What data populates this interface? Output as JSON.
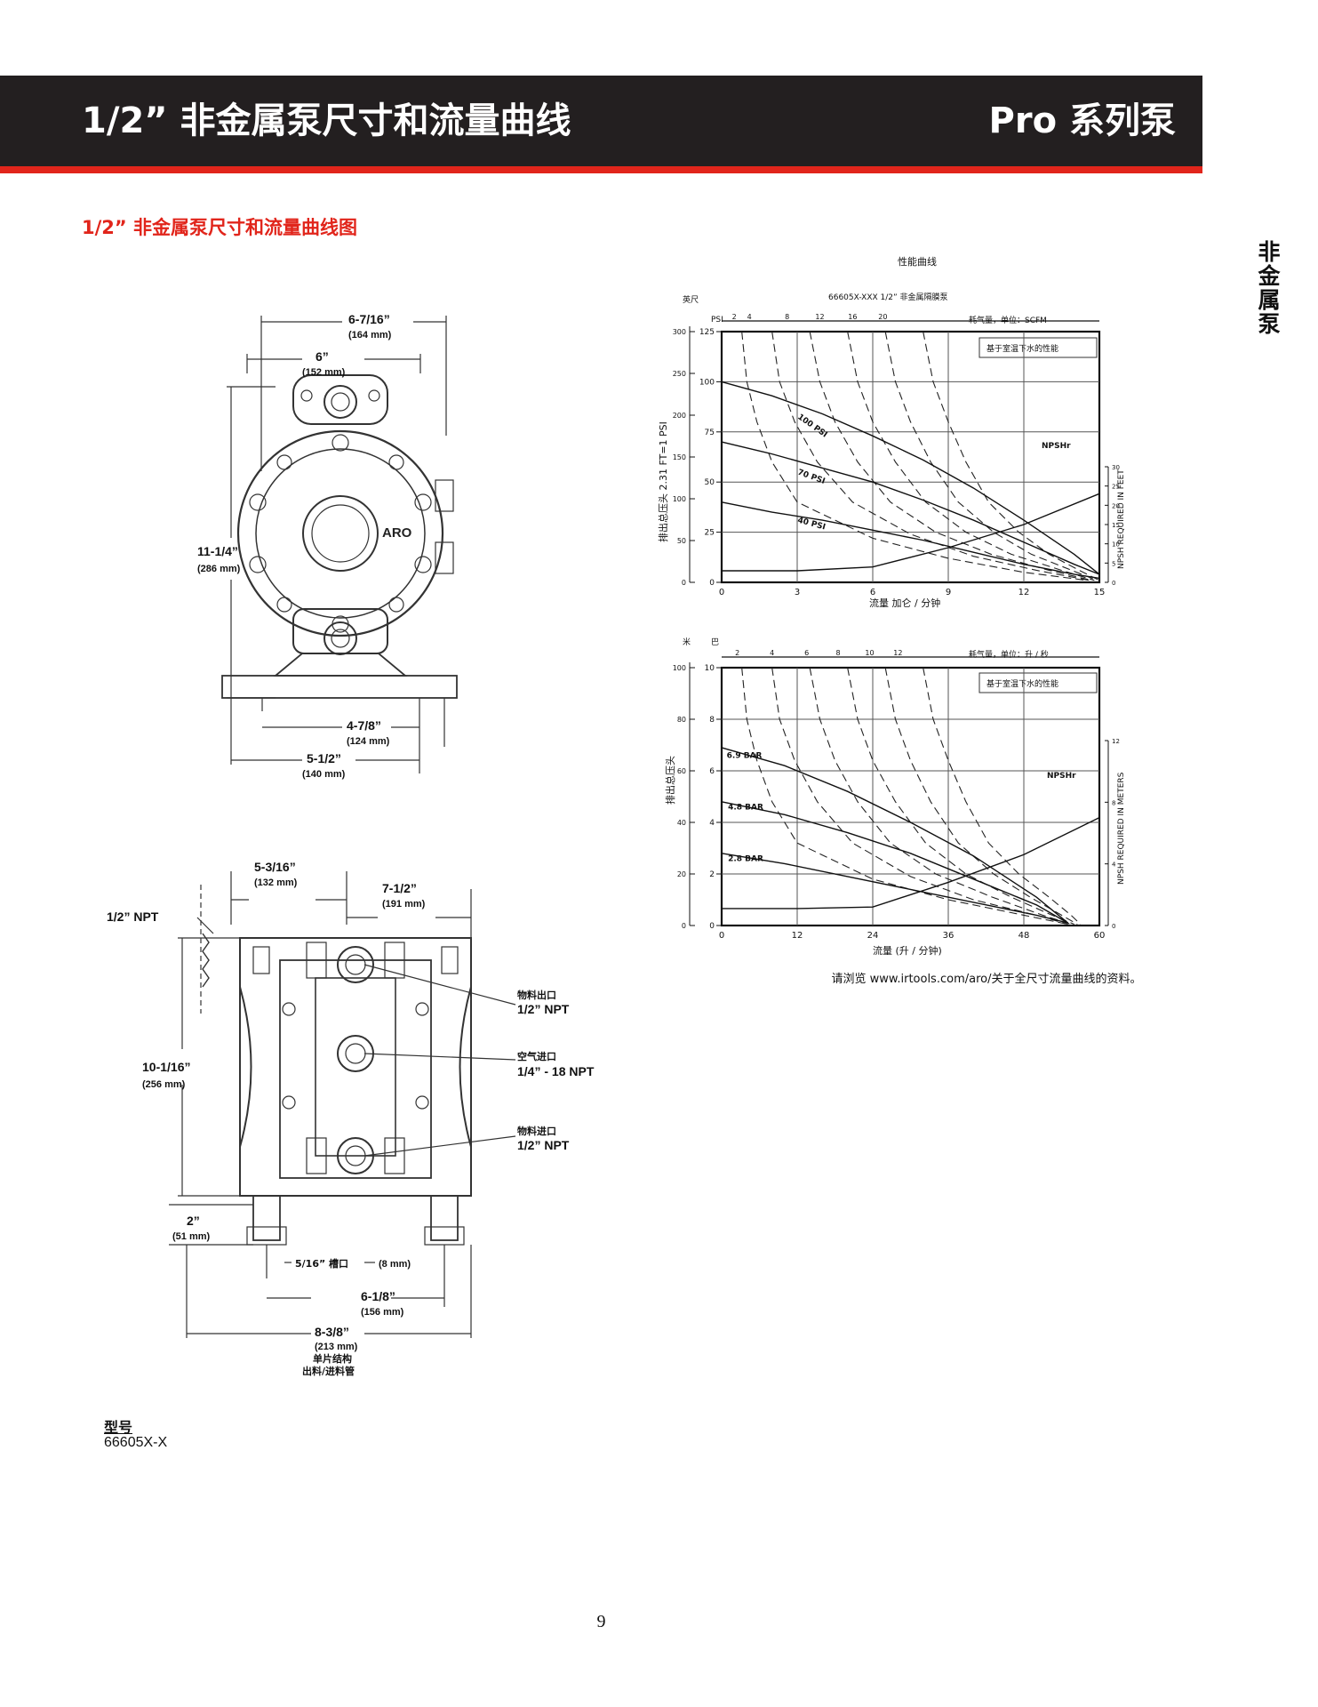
{
  "header": {
    "title": "1/2” 非金属泵尺寸和流量曲线",
    "series": "Pro 系列泵"
  },
  "section_title": "1/2” 非金属泵尺寸和流量曲线图",
  "side_tab": "非金属泵",
  "brand": "ARO",
  "front_view": {
    "dim_top_outer": "6-7/16”",
    "dim_top_outer_mm": "(164 mm)",
    "dim_top_inner": "6”",
    "dim_top_inner_mm": "(152 mm)",
    "dim_height": "11-1/4”",
    "dim_height_mm": "(286 mm)",
    "dim_base_inner": "4-7/8”",
    "dim_base_inner_mm": "(124 mm)",
    "dim_base_outer": "5-1/2”",
    "dim_base_outer_mm": "(140 mm)"
  },
  "side_view": {
    "dim_5_3_16": "5-3/16”",
    "dim_5_3_16_mm": "(132 mm)",
    "dim_7_1_2": "7-1/2”",
    "dim_7_1_2_mm": "(191 mm)",
    "npt_label": "1/2” NPT",
    "dim_height": "10-1/16”",
    "dim_height_mm": "(256 mm)",
    "outlet_label": "物料出口",
    "outlet_size": "1/2” NPT",
    "air_label": "空气进口",
    "air_size": "1/4” - 18 NPT",
    "inlet_label": "物料进口",
    "inlet_size": "1/2” NPT",
    "dim_2": "2”",
    "dim_2_mm": "(51 mm)",
    "slot_label": "5/16” 槽口",
    "slot_mm": "(8 mm)",
    "dim_6_1_8": "6-1/8”",
    "dim_6_1_8_mm": "(156 mm)",
    "dim_8_3_8": "8-3/8”",
    "dim_8_3_8_mm": "(213 mm)",
    "note_line1": "单片结构",
    "note_line2": "出料/进料管"
  },
  "model_label": "型号",
  "model_value": "66605X-X",
  "see_also": "请浏览 www.irtools.com/aro/关于全尺寸流量曲线的资料。",
  "page_number": "9",
  "chart_data": [
    {
      "type": "line",
      "title": "性能曲线",
      "subtitle": "66605X-XXX 1/2” 非金属隔膜泵",
      "xlabel": "流量 加仑 / 分钟",
      "ylabel": "排出总压头 2.31 FT=1 PSI",
      "y_unit_left": "英尺",
      "y_unit_psi": "PSI",
      "y_right_label": "NPSH REQUIRED IN FEET",
      "top_axis_label": "耗气量，单位：SCFM",
      "note": "基于室温下水的性能",
      "npsh_label": "NPSHr",
      "xlim": [
        0,
        15
      ],
      "ylim_psi": [
        0,
        125
      ],
      "ylim_feet": [
        0,
        300
      ],
      "ylim_right": [
        0,
        30
      ],
      "x_ticks": [
        "0",
        "3",
        "6",
        "9",
        "12",
        "15"
      ],
      "y_ticks_psi": [
        "0",
        "25",
        "50",
        "75",
        "100",
        "125"
      ],
      "y_ticks_feet": [
        "0",
        "50",
        "100",
        "150",
        "200",
        "250",
        "300"
      ],
      "y_ticks_right": [
        "0",
        "5",
        "10",
        "15",
        "20",
        "25",
        "30"
      ],
      "top_ticks": [
        "2",
        "4",
        "8",
        "12",
        "16",
        "20"
      ],
      "grid": true,
      "series": [
        {
          "name": "100 PSI",
          "x": [
            0,
            2,
            4,
            6,
            8,
            10,
            12,
            14,
            15
          ],
          "y": [
            100,
            93,
            84,
            73,
            61,
            47,
            31,
            14,
            4
          ]
        },
        {
          "name": "70 PSI",
          "x": [
            0,
            2,
            4,
            6,
            8,
            10,
            12,
            14,
            15
          ],
          "y": [
            70,
            64,
            57,
            50,
            41,
            31,
            20,
            9,
            4
          ]
        },
        {
          "name": "40 PSI",
          "x": [
            0,
            2,
            4,
            6,
            8,
            10,
            12,
            14,
            15
          ],
          "y": [
            40,
            35,
            31,
            26,
            21,
            15,
            9,
            4,
            2
          ]
        },
        {
          "name": "NPSHr",
          "x": [
            0,
            3,
            6,
            9,
            12,
            15
          ],
          "y_feet": [
            3,
            3,
            4,
            9,
            15,
            23
          ]
        }
      ],
      "air_consumption_curves": [
        {
          "scfm": "2",
          "x": [
            0.8,
            1.0,
            1.4,
            2.0,
            3.0,
            6.0,
            9.0,
            12.0,
            14.5
          ],
          "y": [
            125,
            100,
            80,
            60,
            40,
            22,
            12,
            5,
            1
          ]
        },
        {
          "scfm": "4",
          "x": [
            2.0,
            2.3,
            2.9,
            3.8,
            5.2,
            7.5,
            10.0,
            12.5,
            14.6
          ],
          "y": [
            125,
            100,
            80,
            60,
            40,
            24,
            13,
            6,
            1
          ]
        },
        {
          "scfm": "8",
          "x": [
            3.5,
            3.9,
            4.5,
            5.4,
            6.7,
            8.5,
            10.7,
            13.0,
            14.7
          ],
          "y": [
            125,
            100,
            80,
            60,
            40,
            25,
            14,
            6,
            1
          ]
        },
        {
          "scfm": "12",
          "x": [
            5.0,
            5.4,
            6.0,
            6.9,
            8.1,
            9.7,
            11.5,
            13.5,
            14.8
          ],
          "y": [
            125,
            100,
            80,
            60,
            40,
            25,
            14,
            6,
            1
          ]
        },
        {
          "scfm": "16",
          "x": [
            6.5,
            6.9,
            7.5,
            8.3,
            9.4,
            10.8,
            12.3,
            13.9,
            14.9
          ],
          "y": [
            125,
            100,
            80,
            60,
            40,
            25,
            14,
            6,
            1
          ]
        },
        {
          "scfm": "20",
          "x": [
            8.0,
            8.4,
            9.0,
            9.7,
            10.6,
            11.8,
            13.0,
            14.2,
            15.0
          ],
          "y": [
            125,
            100,
            80,
            60,
            40,
            25,
            14,
            6,
            1
          ]
        }
      ]
    },
    {
      "type": "line",
      "xlabel": "流量 (升 / 分钟)",
      "ylabel": "排出总压头",
      "y_unit_left": "米",
      "y_unit_bar": "巴",
      "y_right_label": "NPSH REQUIRED IN METERS",
      "top_axis_label": "耗气量，单位：升 / 秒",
      "note": "基于室温下水的性能",
      "npsh_label": "NPSHr",
      "xlim": [
        0,
        60
      ],
      "ylim_bar": [
        0,
        10
      ],
      "ylim_meters": [
        0,
        100
      ],
      "ylim_right": [
        0,
        12
      ],
      "x_ticks": [
        "0",
        "12",
        "24",
        "36",
        "48",
        "60"
      ],
      "y_ticks_bar": [
        "0",
        "2",
        "4",
        "6",
        "8",
        "10"
      ],
      "y_ticks_meters": [
        "0",
        "20",
        "40",
        "60",
        "80",
        "100"
      ],
      "y_ticks_right": [
        "0",
        "4",
        "8",
        "12"
      ],
      "top_ticks": [
        "2",
        "4",
        "6",
        "8",
        "10",
        "12"
      ],
      "grid": true,
      "series": [
        {
          "name": "6.9 BAR",
          "x": [
            0,
            10,
            20,
            30,
            40,
            50,
            55
          ],
          "y": [
            6.9,
            6.2,
            5.2,
            4.0,
            2.7,
            1.1,
            0.1
          ]
        },
        {
          "name": "4.8 BAR",
          "x": [
            0,
            10,
            20,
            30,
            40,
            50,
            55
          ],
          "y": [
            4.8,
            4.3,
            3.6,
            2.8,
            1.8,
            0.8,
            0.1
          ]
        },
        {
          "name": "2.8 BAR",
          "x": [
            0,
            10,
            20,
            30,
            40,
            50,
            55
          ],
          "y": [
            2.8,
            2.4,
            1.9,
            1.4,
            0.9,
            0.4,
            0.1
          ]
        },
        {
          "name": "NPSHr",
          "x": [
            0,
            12,
            24,
            36,
            48,
            60
          ],
          "y_meters": [
            1.1,
            1.1,
            1.2,
            2.8,
            4.6,
            7.0
          ]
        }
      ],
      "air_consumption_curves": [
        {
          "lps": "2",
          "x": [
            3.2,
            4.0,
            5.6,
            8.0,
            12,
            24,
            36,
            48,
            55
          ],
          "y": [
            10,
            8,
            6.4,
            4.8,
            3.2,
            1.8,
            1.0,
            0.4,
            0.05
          ]
        },
        {
          "lps": "4",
          "x": [
            8.0,
            9.2,
            11.6,
            15.2,
            20.8,
            30,
            40,
            50,
            55
          ],
          "y": [
            10,
            8,
            6.4,
            4.8,
            3.2,
            1.9,
            1.0,
            0.4,
            0.05
          ]
        },
        {
          "lps": "6",
          "x": [
            14,
            15.6,
            18,
            21.6,
            26.8,
            34,
            43,
            51,
            55.5
          ],
          "y": [
            10,
            8,
            6.4,
            4.8,
            3.2,
            2.0,
            1.1,
            0.4,
            0.05
          ]
        },
        {
          "lps": "8",
          "x": [
            20,
            21.6,
            24,
            27.6,
            32.4,
            38.8,
            46,
            52.5,
            56
          ],
          "y": [
            10,
            8,
            6.4,
            4.8,
            3.2,
            2.0,
            1.1,
            0.4,
            0.05
          ]
        },
        {
          "lps": "10",
          "x": [
            26,
            27.6,
            30,
            33.2,
            37.6,
            43.2,
            49,
            54,
            56.5
          ],
          "y": [
            10,
            8,
            6.4,
            4.8,
            3.2,
            2.0,
            1.1,
            0.4,
            0.05
          ]
        },
        {
          "lps": "12",
          "x": [
            32,
            33.6,
            36,
            38.8,
            42.4,
            47.2,
            52,
            55.5,
            57
          ],
          "y": [
            10,
            8,
            6.4,
            4.8,
            3.2,
            2.0,
            1.1,
            0.4,
            0.05
          ]
        }
      ]
    }
  ]
}
